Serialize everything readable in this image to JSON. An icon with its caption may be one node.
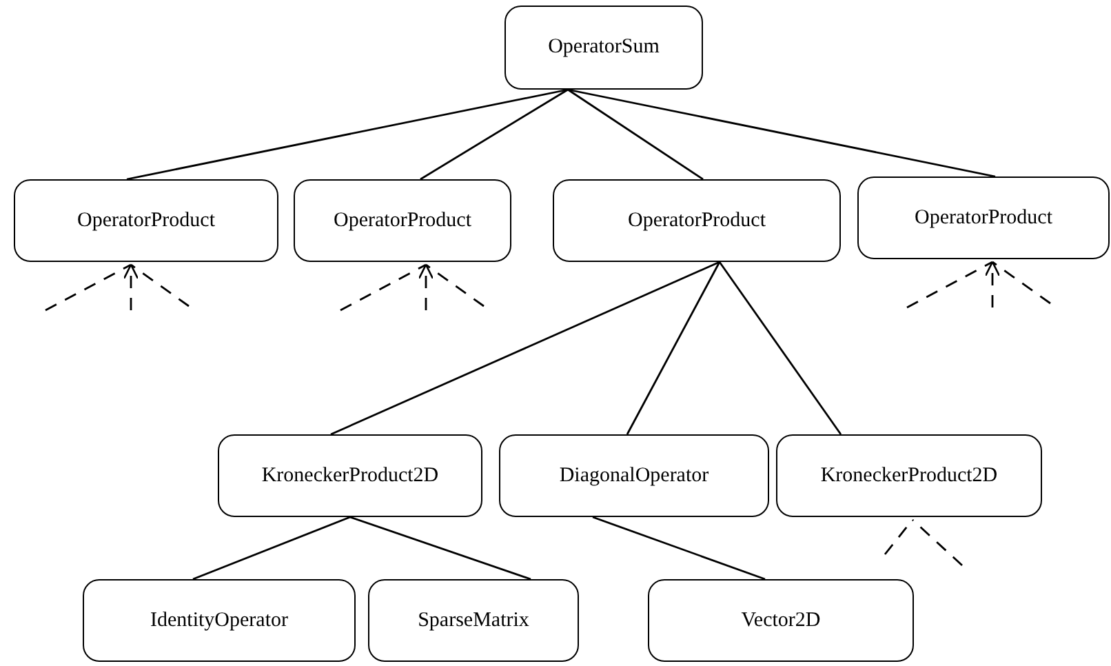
{
  "diagram": {
    "nodes": [
      {
        "text": [
          "OperatorSum"
        ]
      },
      {
        "text": [
          "OperatorProduct"
        ]
      },
      {
        "text": [
          "OperatorProduct"
        ]
      },
      {
        "text": [
          "OperatorProduct"
        ]
      },
      {
        "text": [
          "OperatorProduct"
        ]
      },
      {
        "text": [
          "KroneckerProduct2D"
        ]
      },
      {
        "text": [
          "DiagonalOperator"
        ]
      },
      {
        "text": [
          "KroneckerProduct2D"
        ]
      },
      {
        "text": [
          "IdentityOperator"
        ]
      },
      {
        "text": [
          "SparseMatrix"
        ]
      },
      {
        "text": [
          "Vector2D"
        ]
      }
    ],
    "edges": [
      {
        "from": 0,
        "to": 1,
        "arrow": "none"
      },
      {
        "from": 0,
        "to": 2,
        "arrow": "none"
      },
      {
        "from": 0,
        "to": 3,
        "arrow": "none"
      },
      {
        "from": 0,
        "to": 4,
        "arrow": "none"
      },
      {
        "from": 3,
        "to": 5,
        "arrow": "none"
      },
      {
        "from": 3,
        "to": 6,
        "arrow": "none"
      },
      {
        "from": 3,
        "to": 7,
        "arrow": "none"
      },
      {
        "from": 5,
        "to": 8,
        "arrow": "none"
      },
      {
        "from": 5,
        "to": 9,
        "arrow": "none"
      },
      {
        "from": 6,
        "to": 10,
        "arrow": "none"
      },
      {
        "from": null,
        "to": 1,
        "arrow": "none",
        "style": "dashed"
      },
      {
        "from": null,
        "to": 1,
        "arrow": "to",
        "style": "dashed"
      },
      {
        "from": null,
        "to": 1,
        "arrow": "none",
        "style": "dashed"
      },
      {
        "from": null,
        "to": 2,
        "arrow": "none",
        "style": "dashed"
      },
      {
        "from": null,
        "to": 2,
        "arrow": "to",
        "style": "dashed"
      },
      {
        "from": null,
        "to": 2,
        "arrow": "none",
        "style": "dashed"
      },
      {
        "from": null,
        "to": 4,
        "arrow": "none",
        "style": "dashed"
      },
      {
        "from": null,
        "to": 4,
        "arrow": "to",
        "style": "dashed"
      },
      {
        "from": null,
        "to": 4,
        "arrow": "none",
        "style": "dashed"
      },
      {
        "from": null,
        "to": 7,
        "arrow": "none",
        "style": "dashed"
      },
      {
        "from": null,
        "to": 7,
        "arrow": "none",
        "style": "dashed"
      }
    ]
  }
}
